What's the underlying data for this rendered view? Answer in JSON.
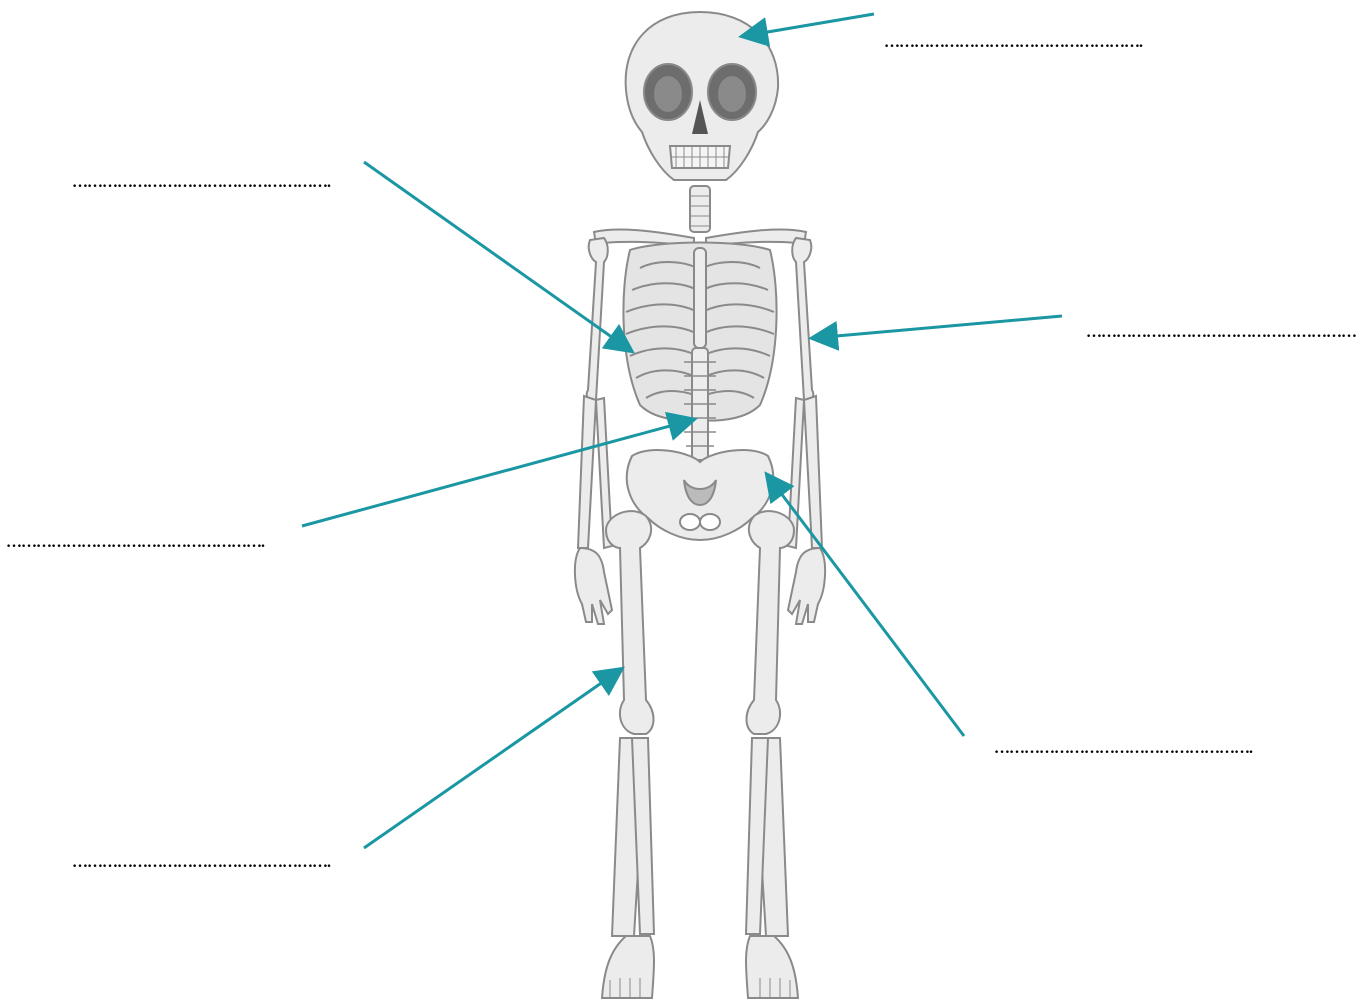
{
  "worksheet": {
    "labels": [
      {
        "id": "skull",
        "text": "……………………………………………."
      },
      {
        "id": "ribs",
        "text": "……………………………………………."
      },
      {
        "id": "humerus",
        "text": "………………………………………………"
      },
      {
        "id": "spine",
        "text": "……………………………………………."
      },
      {
        "id": "pelvis",
        "text": "……………………………………………."
      },
      {
        "id": "femur",
        "text": "……………………………………………."
      }
    ]
  },
  "colors": {
    "arrow": "#1a97a3",
    "bone_fill": "#ececec",
    "bone_stroke": "#8a8a8a",
    "bone_shadow": "#c9c9c9",
    "eye_socket": "#6d6d6d"
  },
  "icons": {
    "arrowhead": "triangle-arrowhead"
  }
}
